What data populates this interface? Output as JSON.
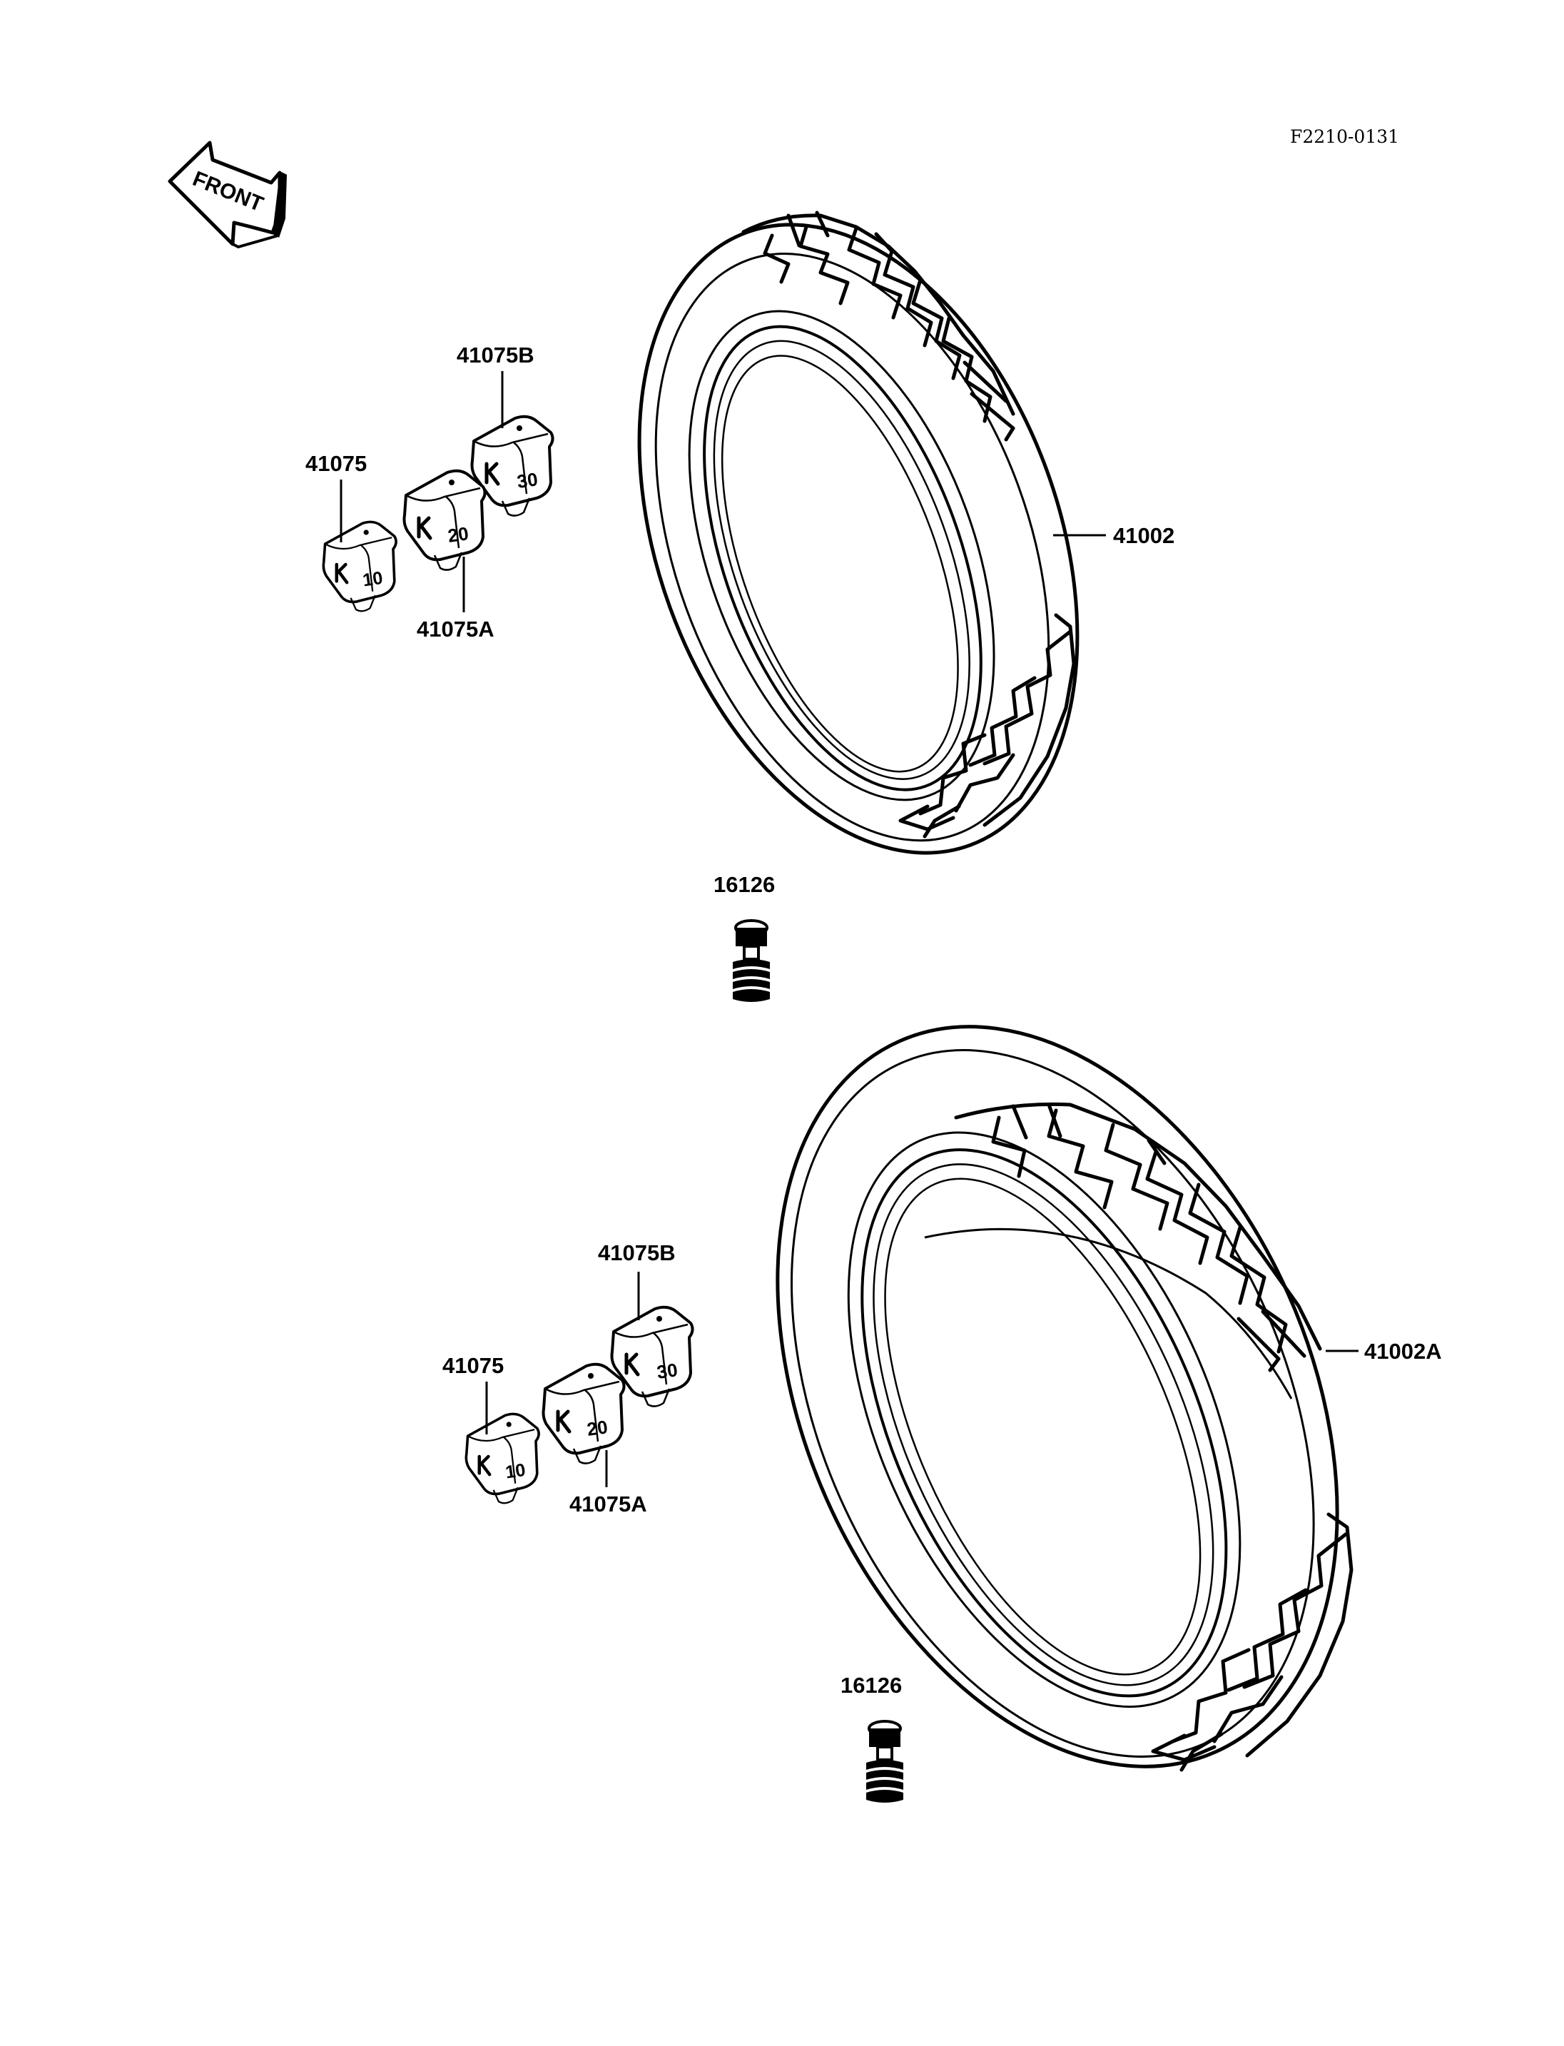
{
  "diagram_code": "F2210-0131",
  "front_arrow": {
    "label": "FRONT",
    "icon": "front-direction-arrow-icon"
  },
  "front_assembly": {
    "tire": {
      "part_no": "41002"
    },
    "weights": [
      {
        "part_no": "41075B",
        "mark": "30"
      },
      {
        "part_no": "41075",
        "mark": "10"
      },
      {
        "part_no": "41075A",
        "mark": "20"
      }
    ],
    "valve": {
      "part_no": "16126"
    }
  },
  "rear_assembly": {
    "tire": {
      "part_no": "41002A"
    },
    "weights": [
      {
        "part_no": "41075B",
        "mark": "30"
      },
      {
        "part_no": "41075",
        "mark": "10"
      },
      {
        "part_no": "41075A",
        "mark": "20"
      }
    ],
    "valve": {
      "part_no": "16126"
    }
  },
  "colors": {
    "ink": "#000000",
    "paper": "#ffffff"
  }
}
